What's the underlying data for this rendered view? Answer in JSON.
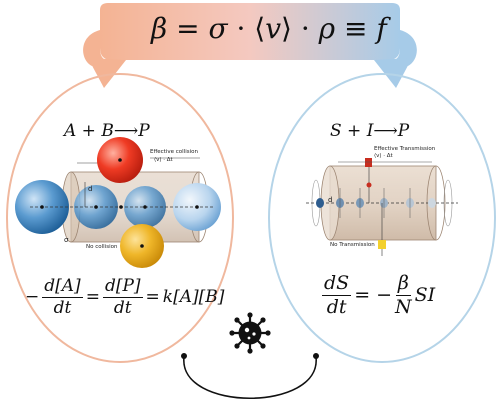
{
  "banner": {
    "equation_lhs": "β",
    "equation_sigma": "σ",
    "equation_v": "v",
    "equation_rho": "ρ",
    "equation_f": "f",
    "colors": {
      "left": "#f2b89a",
      "right": "#a9cde9"
    }
  },
  "left_panel": {
    "reaction_left": "A + B",
    "reaction_product": "P",
    "effective_label": "Effective collision",
    "effective_sub": "⟨v⟩ · Δt",
    "no_effect_label": "No collision",
    "sigma_label": "σ",
    "d_label": "d",
    "rate_equation": {
      "term1_num": "d[A]",
      "term1_den": "dt",
      "term2_num": "d[P]",
      "term2_den": "dt",
      "rhs": "k[A][B]"
    },
    "border_color": "#f0b89e"
  },
  "right_panel": {
    "reaction_left": "S + I",
    "reaction_product": "P",
    "effective_label": "Effective Transmission",
    "effective_sub": "⟨v⟩ · Δt",
    "no_effect_label": "No Transmission",
    "d_label": "d",
    "sir_equation": {
      "lhs_num": "dS",
      "lhs_den": "dt",
      "coef_num": "β",
      "coef_den": "N",
      "rhs": "SI"
    },
    "border_color": "#b5d4e8"
  },
  "icons": [
    "virus-icon"
  ]
}
